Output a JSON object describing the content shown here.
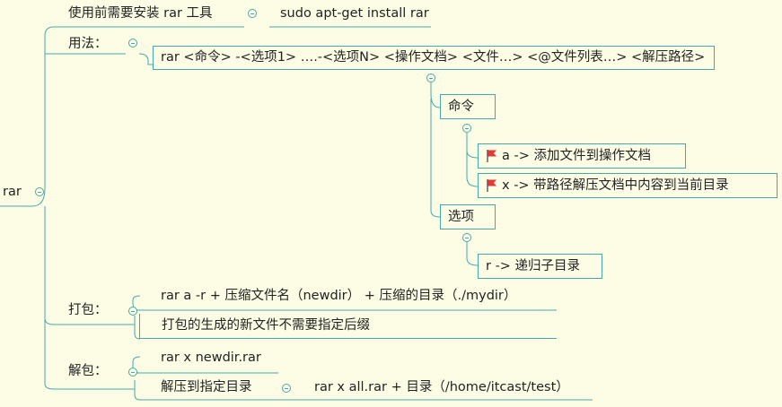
{
  "root": {
    "label": "rar"
  },
  "branches": {
    "install": {
      "label": "使用前需要安装 rar 工具",
      "child": "sudo apt-get install rar"
    },
    "usage": {
      "label": "用法：",
      "syntax": "rar <命令> -<选项1> ….-<选项N> <操作文档> <文件…> <@文件列表…> <解压路径>",
      "commands": {
        "label": "命令",
        "items": [
          "a -> 添加文件到操作文档",
          "x -> 带路径解压文档中内容到当前目录"
        ]
      },
      "options": {
        "label": "选项",
        "items": [
          "r -> 递归子目录"
        ]
      }
    },
    "pack": {
      "label": "打包：",
      "example": "rar a -r + 压缩文件名（newdir） + 压缩的目录（./mydir）",
      "note": "打包的生成的新文件不需要指定后缀"
    },
    "unpack": {
      "label": "解包：",
      "example": "rar x newdir.rar",
      "note": "解压到指定目录",
      "note_child": "rar x all.rar + 目录（/home/itcast/test）"
    }
  },
  "colors": {
    "line": "#46a9a9",
    "background": "#fdfde6",
    "flag": "#e53935"
  },
  "icons": {
    "flag": "red-flag-icon",
    "collapse": "collapse-minus-icon"
  }
}
